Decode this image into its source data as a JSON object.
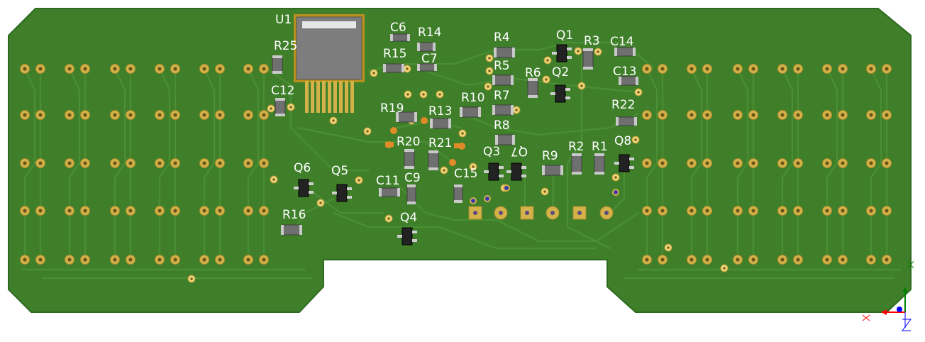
{
  "view": {
    "background_color": "#ffffff",
    "board_color": "#3f7f2a",
    "board_edge_color": "#2e6a20",
    "trace_color": "#4a8f34",
    "silkscreen_color": "#ffffff",
    "pad_color": "#d4b24a",
    "via_color": "#f2d779"
  },
  "components": {
    "ic": {
      "label": "U1"
    },
    "resistors": [
      "R2",
      "R1",
      "R3",
      "R4",
      "R5",
      "R6",
      "R7",
      "R8",
      "R9",
      "R10",
      "R13",
      "R14",
      "R15",
      "R16",
      "R19",
      "R20",
      "R21",
      "R22",
      "R25"
    ],
    "capacitors": [
      "C6",
      "C7",
      "C9",
      "C11",
      "C12",
      "C13",
      "C14",
      "C15"
    ],
    "transistors": [
      "Q1",
      "Q2",
      "Q3",
      "Q4",
      "Q5",
      "Q6",
      "Q8"
    ],
    "rotated_label": "Q7"
  },
  "axes_indicator": {
    "x_axis": "red",
    "y_axis": "green",
    "z_axis": "blue"
  }
}
